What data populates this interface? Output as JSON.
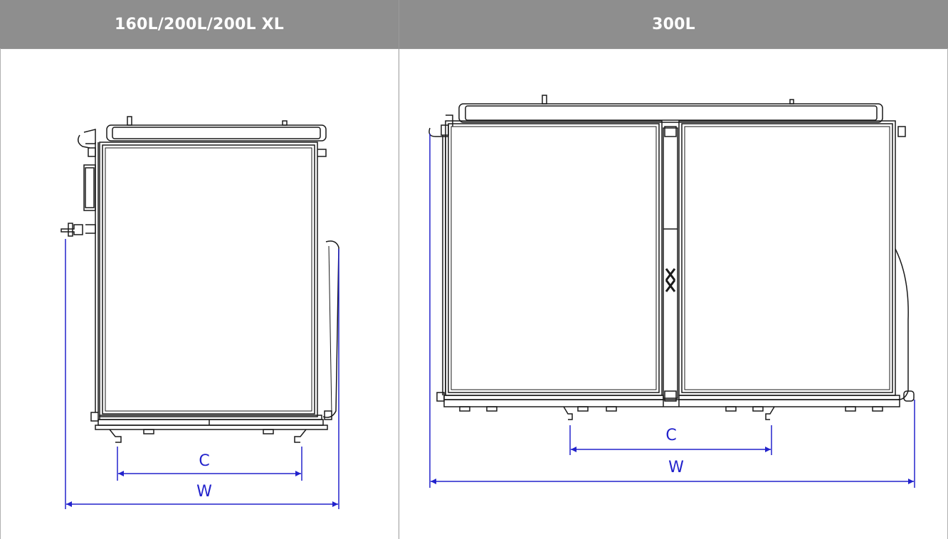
{
  "headers": {
    "left": "160L/200L/200L XL",
    "right": "300L"
  },
  "left_diagram": {
    "dim_c": "C",
    "dim_w": "W"
  },
  "right_diagram": {
    "dim_c": "C",
    "dim_w": "W"
  },
  "colors": {
    "header_bg": "#8e8e8e",
    "header_text": "#ffffff",
    "dimension": "#2222cc",
    "line": "#1a1a1a"
  }
}
